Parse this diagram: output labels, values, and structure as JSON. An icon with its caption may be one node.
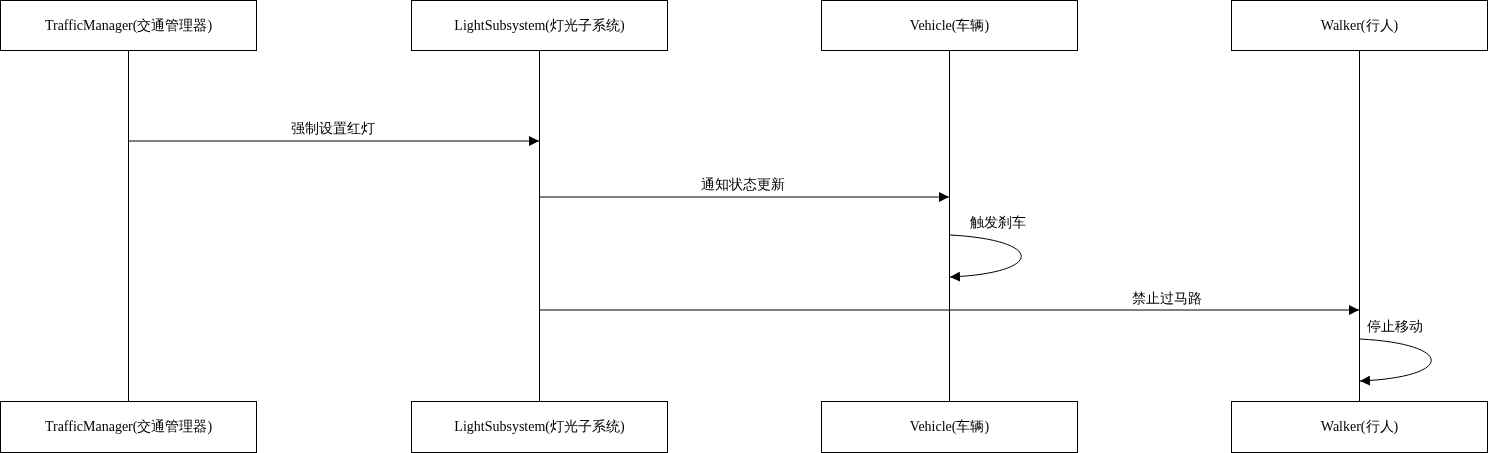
{
  "diagram": {
    "nodes": [
      {
        "text": [
          "TrafficManager(交通管理器)"
        ]
      },
      {
        "text": [
          "LightSubsystem(灯光子系统)"
        ]
      },
      {
        "text": [
          "Vehicle(车辆)"
        ]
      },
      {
        "text": [
          "Walker(行人)"
        ]
      },
      {
        "text": [
          "TrafficManager(交通管理器)"
        ]
      },
      {
        "text": [
          "LightSubsystem(灯光子系统)"
        ]
      },
      {
        "text": [
          "Vehicle(车辆)"
        ]
      },
      {
        "text": [
          "Walker(行人)"
        ]
      },
      {
        "text": [],
        "shape": "bar"
      },
      {
        "text": [],
        "shape": "bar"
      },
      {
        "text": [],
        "shape": "bar"
      },
      {
        "text": [],
        "shape": "bar"
      }
    ],
    "edges": [
      {
        "from": 8,
        "to": 9,
        "arrow": "to",
        "label": "强制设置红灯"
      },
      {
        "from": 9,
        "to": 10,
        "arrow": "to",
        "label": "通知状态更新"
      },
      {
        "from": 10,
        "to": 10,
        "arrow": "to",
        "label": "触发刹车"
      },
      {
        "from": 9,
        "to": 11,
        "arrow": "to",
        "label": "禁止过马路"
      },
      {
        "from": 11,
        "to": 11,
        "arrow": "to",
        "label": "停止移动"
      }
    ]
  }
}
